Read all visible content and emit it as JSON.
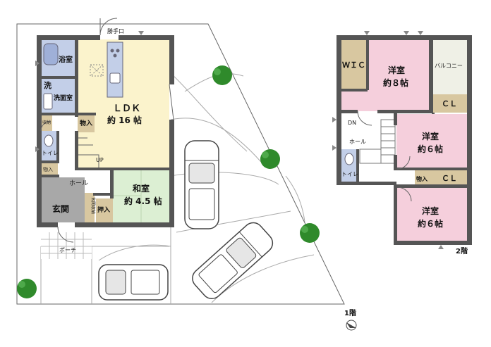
{
  "floor1": {
    "level_label": "1階",
    "rooms": {
      "bath": "浴室",
      "wash_char": "洗",
      "washroom": "洗面室",
      "storage_small": "収納",
      "closet1": "物入",
      "ldk_name": "ＬＤＫ",
      "ldk_size": "約 16 帖",
      "toilet": "トイレ",
      "closet2": "物入",
      "hall": "ホール",
      "up": "UP",
      "entrance": "玄関",
      "entrance_storage": "玄関収納",
      "oshiire": "押入",
      "washitsu_name": "和室",
      "washitsu_size": "約 4.5 帖",
      "porch": "ポーチ",
      "back_door": "勝手口"
    }
  },
  "floor2": {
    "level_label": "2階",
    "rooms": {
      "wic": "ＷＩＣ",
      "western1_name": "洋室",
      "western1_size": "約８帖",
      "balcony": "バルコニー",
      "cl1": "ＣＬ",
      "dn": "DN",
      "hall": "ホール",
      "western2_name": "洋室",
      "western2_size": "約６帖",
      "toilet": "トイレ",
      "closet": "物入",
      "cl2": "ＣＬ",
      "western3_name": "洋室",
      "western3_size": "約６帖"
    }
  },
  "colors": {
    "ldk": "#fbf3cc",
    "washitsu": "#dcefd3",
    "western": "#f5cfdc",
    "water": "#c3cfe8",
    "storage": "#d8c7a0",
    "entrance": "#a8a8a8",
    "balcony": "#eff0e6",
    "wall": "#555555",
    "tree": "#2f8a2b"
  }
}
